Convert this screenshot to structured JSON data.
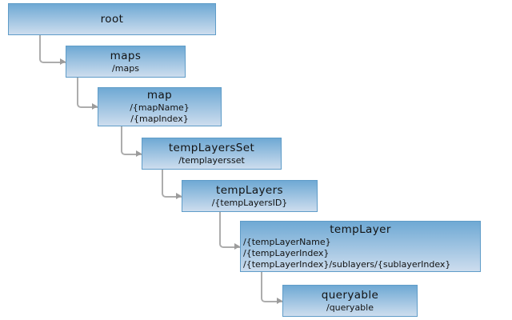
{
  "nodes": [
    {
      "name": "root",
      "title": "root",
      "paths": []
    },
    {
      "name": "maps",
      "title": "maps",
      "paths": [
        "/maps"
      ]
    },
    {
      "name": "map",
      "title": "map",
      "paths": [
        "/{mapName}",
        "/{mapIndex}"
      ]
    },
    {
      "name": "tempLayersSet",
      "title": "tempLayersSet",
      "paths": [
        "/templayersset"
      ]
    },
    {
      "name": "tempLayers",
      "title": "tempLayers",
      "paths": [
        "/{tempLayersID}"
      ]
    },
    {
      "name": "tempLayer",
      "title": "tempLayer",
      "paths": [
        "/{tempLayerName}",
        "/{tempLayerIndex}",
        "/{tempLayerIndex}/sublayers/{sublayerIndex}"
      ]
    },
    {
      "name": "queryable",
      "title": "queryable",
      "paths": [
        "/queryable"
      ]
    }
  ],
  "colors": {
    "box_gradient_top": "#6fa9d4",
    "box_gradient_bottom": "#cdddee",
    "box_border": "#5f9cc8",
    "connector": "#adadad",
    "arrowhead": "#9c9c9c",
    "text": "#121212",
    "background": "#ffffff"
  }
}
